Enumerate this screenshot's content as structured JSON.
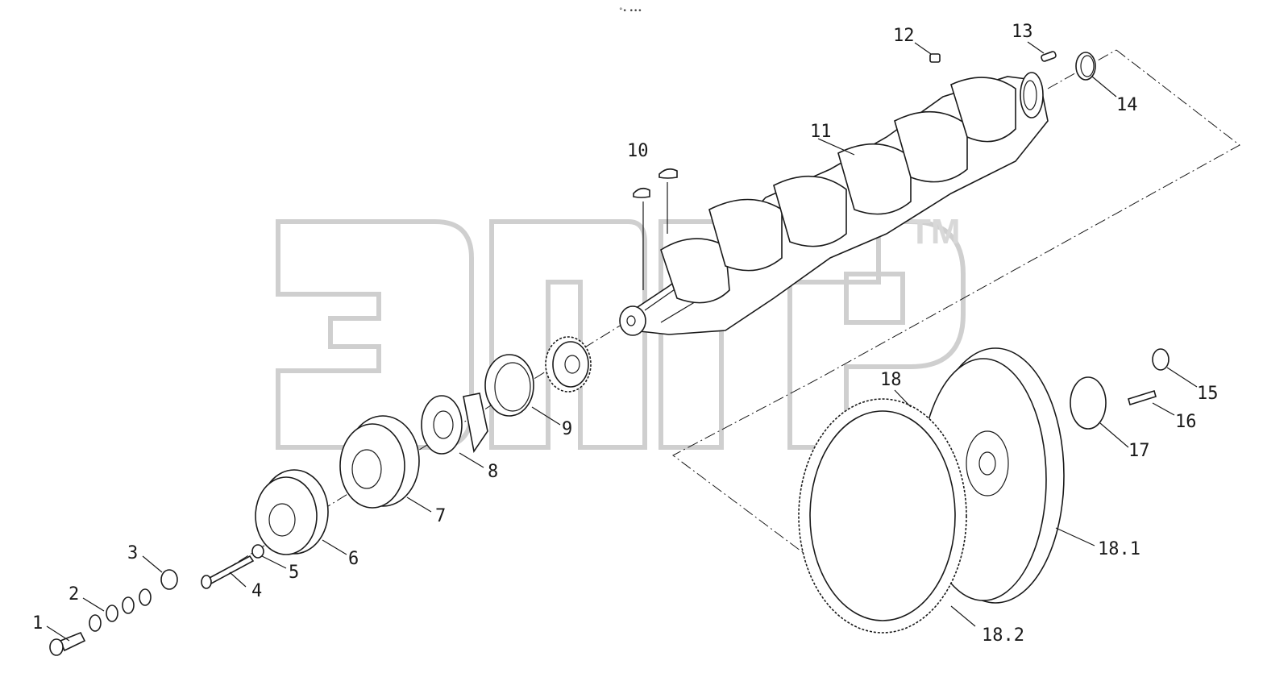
{
  "header_mark": "°• •••",
  "watermark": {
    "tm": "TM"
  },
  "callouts": [
    "1",
    "2",
    "3",
    "4",
    "5",
    "6",
    "7",
    "8",
    "9",
    "10",
    "11",
    "12",
    "13",
    "14",
    "15",
    "16",
    "17",
    "18",
    "18.1",
    "18.2"
  ]
}
